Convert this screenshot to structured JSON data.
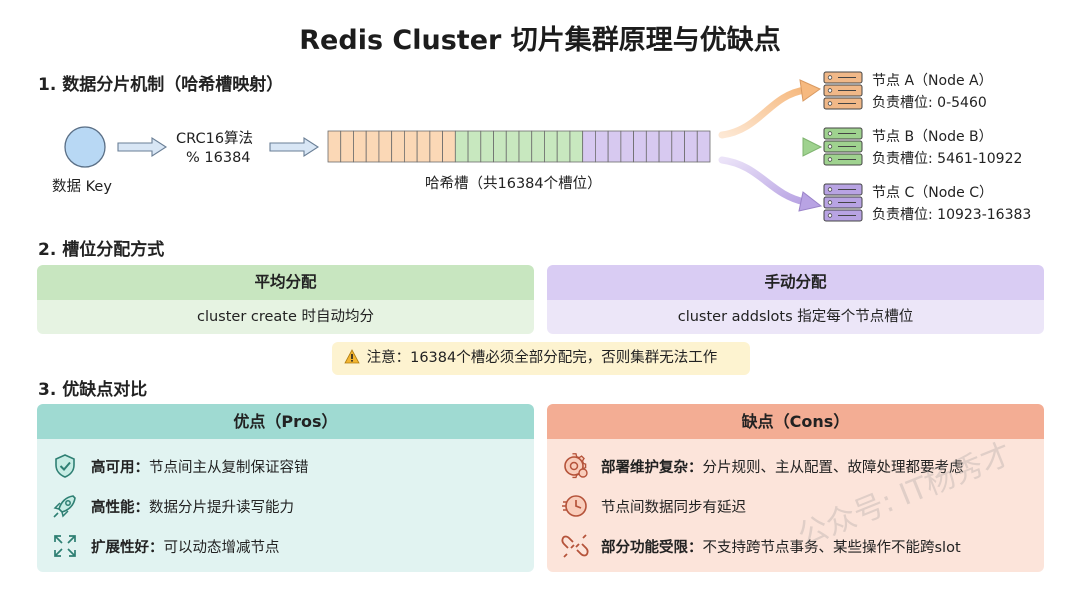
{
  "title": "Redis Cluster 切片集群原理与优缺点",
  "sections": {
    "s1": "1. 数据分片机制（哈希槽映射）",
    "s2": "2. 槽位分配方式",
    "s3": "3. 优缺点对比"
  },
  "mapping": {
    "key_label": "数据 Key",
    "hash_line1": "CRC16算法",
    "hash_line2": "% 16384",
    "slots_label": "哈希槽（共16384个槽位）",
    "colors": {
      "node_a": "#fbd8b6",
      "node_b": "#c8e8bf",
      "node_c": "#d7c9f0",
      "key": "#b8d8f4"
    },
    "nodes": [
      {
        "name": "节点 A（Node A）",
        "range": "负责槽位:  0-5460",
        "color": "#f0b888"
      },
      {
        "name": "节点 B（Node B）",
        "range": "负责槽位:  5461-10922",
        "color": "#9fd28f"
      },
      {
        "name": "节点 C（Node C）",
        "range": "负责槽位:  10923-16383",
        "color": "#b8a3e3"
      }
    ]
  },
  "allocation": {
    "even": {
      "title": "平均分配",
      "desc": "cluster create 时自动均分",
      "head_color": "#c8e6c0",
      "body_color": "#e6f3e2"
    },
    "manual": {
      "title": "手动分配",
      "desc": "cluster addslots 指定每个节点槽位",
      "head_color": "#d9ccf3",
      "body_color": "#ece6f8"
    },
    "note": "注意：16384个槽必须全部分配完，否则集群无法工作"
  },
  "pros": {
    "title": "优点（Pros）",
    "items": [
      {
        "icon": "shield-check-icon",
        "label": "高可用：",
        "text": "节点间主从复制保证容错"
      },
      {
        "icon": "rocket-icon",
        "label": "高性能：",
        "text": "数据分片提升读写能力"
      },
      {
        "icon": "expand-arrows-icon",
        "label": "扩展性好：",
        "text": "可以动态增减节点"
      }
    ]
  },
  "cons": {
    "title": "缺点（Cons）",
    "items": [
      {
        "icon": "gear-icon",
        "label": "部署维护复杂：",
        "text": "分片规则、主从配置、故障处理都要考虑"
      },
      {
        "icon": "clock-icon",
        "label": "",
        "text": "节点间数据同步有延迟"
      },
      {
        "icon": "broken-link-icon",
        "label": "部分功能受限：",
        "text": "不支持跨节点事务、某些操作不能跨slot"
      }
    ]
  },
  "watermark": "公众号: IT杨秀才"
}
